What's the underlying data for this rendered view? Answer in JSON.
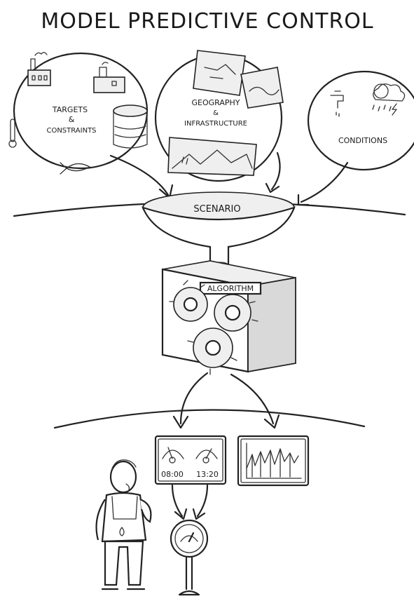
{
  "title": "MODEL PREDICTIVE CONTROL",
  "inputs": {
    "targets_line1": "TARGETS",
    "targets_line2": "&",
    "targets_line3": "CONSTRAINTS",
    "geo_line1": "GEOGRAPHY",
    "geo_line2": "&",
    "geo_line3": "INFRASTRUCTURE",
    "conditions": "CONDITIONS"
  },
  "funnel_label": "SCENARIO",
  "box_label": "ALGORITHM",
  "outputs": {
    "clock_left": "08:00",
    "clock_right": "13:20"
  }
}
